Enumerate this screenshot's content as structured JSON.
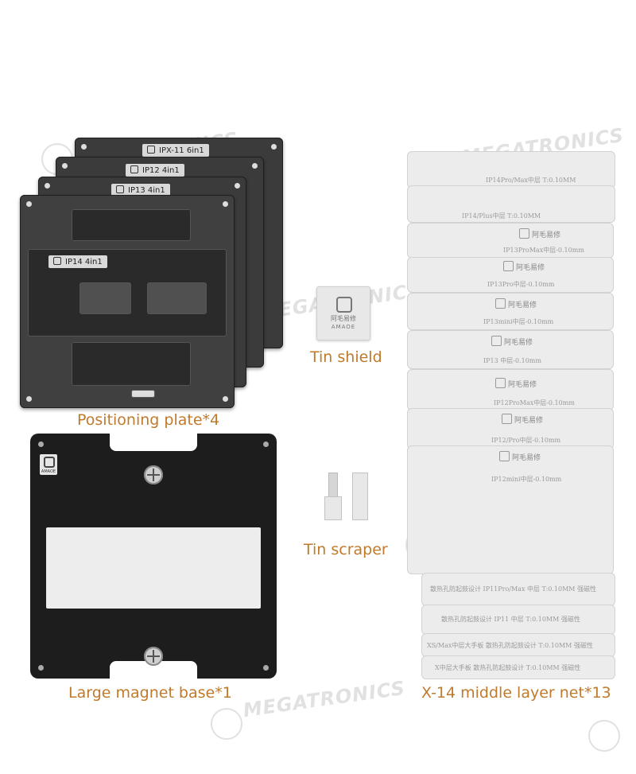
{
  "captions": {
    "positioning_plate": "Positioning plate*4",
    "tin_shield": "Tin shield",
    "tin_scraper": "Tin scraper",
    "magnet_base": "Large magnet base*1",
    "middle_layer_net": "X-14 middle layer net*13"
  },
  "plates": {
    "tags": [
      "IPX-11 6in1",
      "IP12 4in1",
      "IP13 4in1",
      "IP14 4in1"
    ]
  },
  "tin_shield": {
    "brand_cn": "阿毛易修",
    "brand_en": "AMAOE"
  },
  "magnet_base": {
    "brand_en": "AMAOE"
  },
  "watermark": "MEGATRONICS",
  "nets": [
    {
      "logo": "",
      "label": "IP14Pro/Max中层 T:0.10MM"
    },
    {
      "logo": "",
      "label": "IP14/Plus中层 T:0.10MM"
    },
    {
      "logo": "阿毛易修",
      "label": "IP13ProMax中层-0.10mm"
    },
    {
      "logo": "阿毛易修",
      "label": "IP13Pro中层-0.10mm"
    },
    {
      "logo": "阿毛易修",
      "label": "IP13mini中层-0.10mm"
    },
    {
      "logo": "阿毛易修",
      "label": "IP13 中层-0.10mm"
    },
    {
      "logo": "阿毛易修",
      "label": "IP12ProMax中层-0.10mm"
    },
    {
      "logo": "阿毛易修",
      "label": "IP12/Pro中层-0.10mm"
    },
    {
      "logo": "阿毛易修",
      "label": "IP12mini中层-0.10mm"
    },
    {
      "logo": "",
      "label": "散热孔防起鼓设计 IP11Pro/Max 中层 T:0.10MM 强磁性"
    },
    {
      "logo": "",
      "label": "散热孔防起鼓设计 IP11 中层 T:0.10MM 强磁性"
    },
    {
      "logo": "",
      "label": "XS/Max中层大手板 散热孔防起鼓设计 T:0.10MM 强磁性"
    },
    {
      "logo": "",
      "label": "X中层大手板 散热孔防起鼓设计 T:0.10MM 强磁性"
    }
  ]
}
